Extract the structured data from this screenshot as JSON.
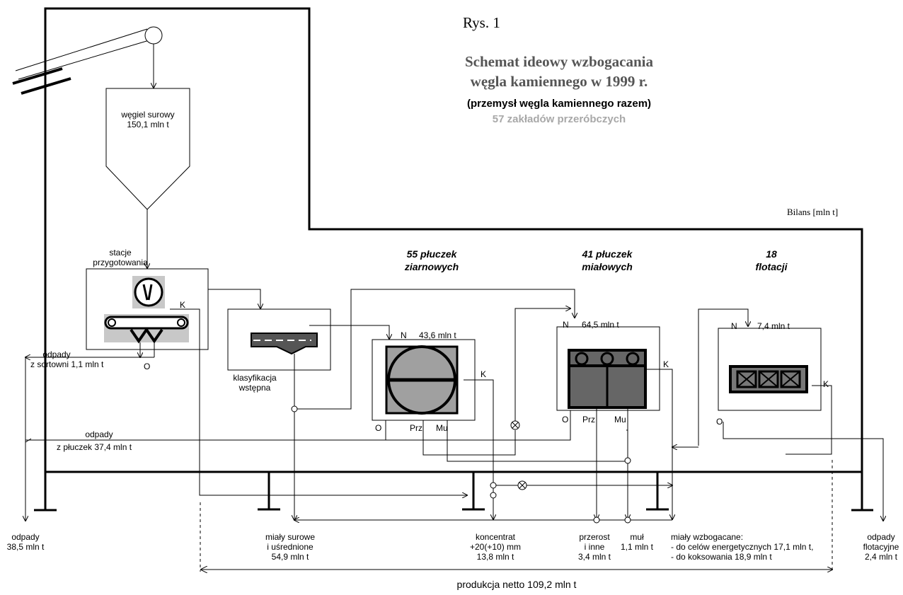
{
  "header": {
    "figure_label": "Rys. 1",
    "title_line1": "Schemat ideowy wzbogacania",
    "title_line2": "węgla kamiennego w 1999 r.",
    "subtitle": "(przemysł węgla kamiennego razem)",
    "plants": "57 zakładów przeróbczych"
  },
  "balance_label": "Bilans [mln t]",
  "units": {
    "raw_coal_1": "węgiel surowy",
    "raw_coal_2": "150,1 mln t",
    "prep_1": "stacje",
    "prep_2": "przygotowania",
    "classif_1": "klasyfikacja",
    "classif_2": "wstępna",
    "grain_1": "55 płuczek",
    "grain_2": "ziarnowych",
    "fine_1": "41 płuczek",
    "fine_2": "miałowych",
    "flot_1": "18",
    "flot_2": "flotacji"
  },
  "feeds": {
    "grain": "43,6 mln t",
    "fine": "64,5 mln t",
    "flot": "7,4 mln t"
  },
  "ports": {
    "N": "N",
    "K": "K",
    "O": "O",
    "Prz": "Prz",
    "Mu": "Mu"
  },
  "waste": {
    "sort_1": "odpady",
    "sort_2": "z sortowni  1,1 mln t",
    "washers_1": "odpady",
    "washers_2": "z płuczek 37,4 mln t",
    "total_1": "odpady",
    "total_2": "38,5 mln t",
    "flot_1": "odpady",
    "flot_2": "flotacyjne",
    "flot_3": "2,4 mln t"
  },
  "products": {
    "raw_fines_1": "miały surowe",
    "raw_fines_2": "i uśrednione",
    "raw_fines_3": "54,9 mln t",
    "conc_1": "koncentrat",
    "conc_2": "+20(+10) mm",
    "conc_3": "13,8 mln t",
    "middlings_1": "przerost",
    "middlings_2": "i inne",
    "middlings_3": "3,4 mln t",
    "sludge_1": "muł",
    "sludge_2": "1,1 mln t",
    "enriched_1": "miały wzbogacane:",
    "enriched_2": "-  do celów energetycznych  17,1 mln t,",
    "enriched_3": "-  do koksowania  18,9 mln t"
  },
  "net_production": "produkcja netto 109,2 mln t"
}
